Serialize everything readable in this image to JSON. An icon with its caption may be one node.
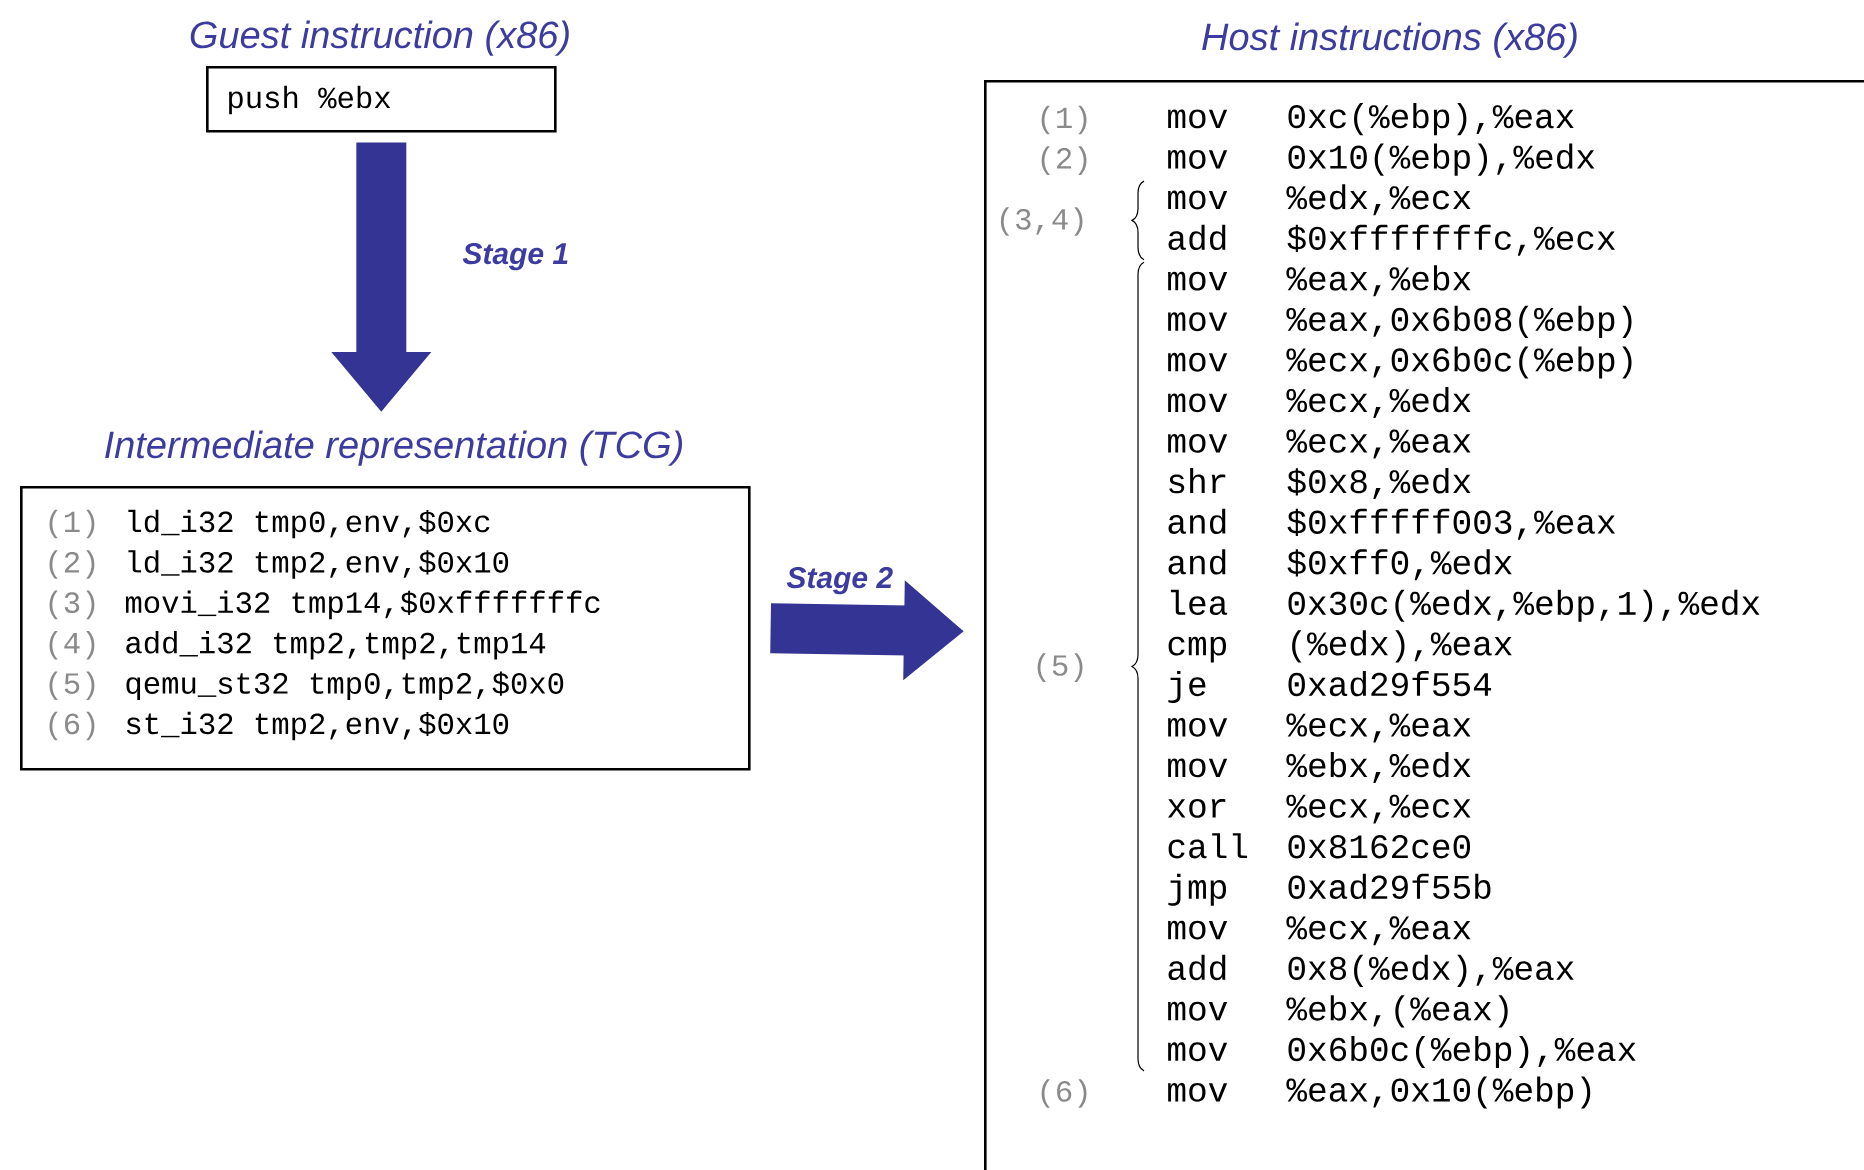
{
  "diagram": {
    "nodes": [
      {
        "text": [
          "Guest instruction (x86)",
          "push %ebx"
        ]
      },
      {
        "text": [
          "Intermediate representation (TCG)",
          "(1)",
          "ld_i32 tmp0,env,$0xc",
          "(2)",
          "ld_i32 tmp2,env,$0x10",
          "(3)",
          "movi_i32 tmp14,$0xfffffffc",
          "(4)",
          "add_i32 tmp2,tmp2,tmp14",
          "(5)",
          "qemu_st32 tmp0,tmp2,$0x0",
          "(6)",
          "st_i32 tmp2,env,$0x10"
        ]
      },
      {
        "text": [
          "Host instructions (x86)",
          "mov",
          "0xc(%ebp),%eax",
          "mov",
          "0x10(%ebp),%edx",
          "mov",
          "%edx,%ecx",
          "add",
          "$0xfffffffc,%ecx",
          "mov",
          "%eax,%ebx",
          "mov",
          "%eax,0x6b08(%ebp)",
          "mov",
          "%ecx,0x6b0c(%ebp)",
          "mov",
          "%ecx,%edx",
          "mov",
          "%ecx,%eax",
          "shr",
          "$0x8,%edx",
          "and",
          "$0xfffff003,%eax",
          "and",
          "$0xff0,%edx",
          "lea",
          "0x30c(%edx,%ebp,1),%edx",
          "cmp",
          "(%edx),%eax",
          "je",
          "0xad29f554",
          "mov",
          "%ecx,%eax",
          "mov",
          "%ebx,%edx",
          "xor",
          "%ecx,%ecx",
          "call",
          "0x8162ce0",
          "jmp",
          "0xad29f55b",
          "mov",
          "%ecx,%eax",
          "add",
          "0x8(%edx),%eax",
          "mov",
          "%ebx,(%eax)",
          "mov",
          "0x6b0c(%ebp),%eax",
          "mov",
          "%eax,0x10(%ebp)",
          "(1)",
          "(2)",
          "(3,4)",
          "(5)",
          "(6)"
        ]
      }
    ],
    "edges": [
      {
        "from": 0,
        "to": 1,
        "arrow": "to",
        "label": "Stage 1"
      },
      {
        "from": 1,
        "to": 2,
        "arrow": "to",
        "label": "Stage 2"
      }
    ]
  }
}
